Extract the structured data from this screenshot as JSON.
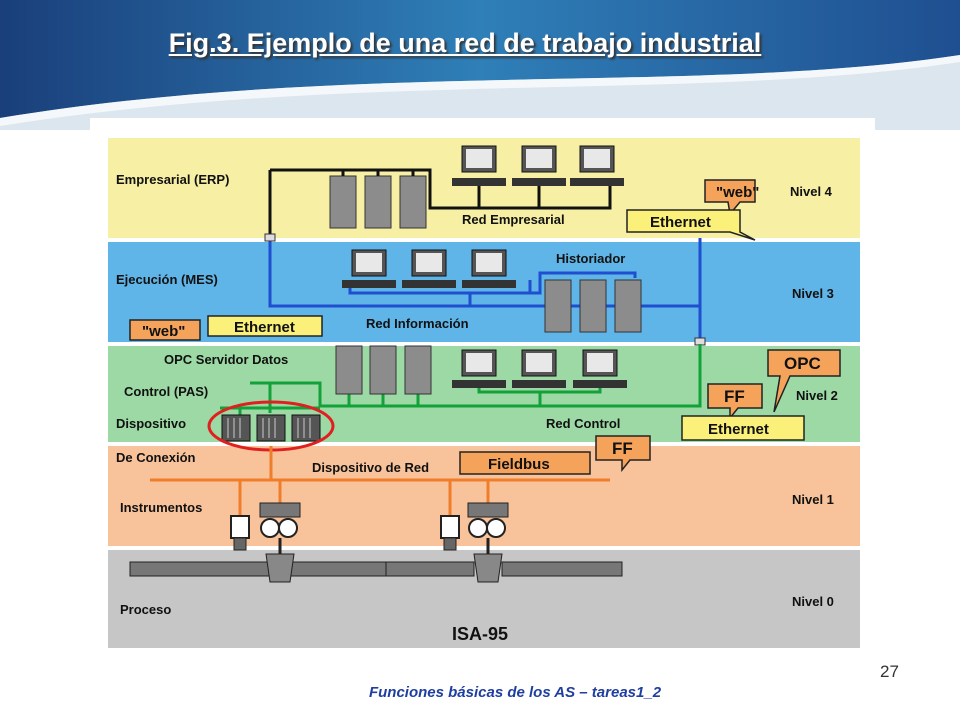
{
  "slide": {
    "title": "Fig.3. Ejemplo de una red de trabajo industrial",
    "page_number": "27",
    "footer": "Funciones básicas de los AS – tareas1_2"
  },
  "diagram": {
    "levels": {
      "n4": "Nivel 4",
      "n3": "Nivel 3",
      "n2": "Nivel 2",
      "n1": "Nivel 1",
      "n0": "Nivel 0"
    },
    "layers": {
      "erp": "Empresarial (ERP)",
      "mes": "Ejecución (MES)",
      "opc_server": "OPC Servidor Datos",
      "pas": "Control (PAS)",
      "dispositivo": "Dispositivo",
      "conexion": "De Conexión",
      "instrumentos": "Instrumentos",
      "proceso": "Proceso"
    },
    "networks": {
      "empresarial": "Red Empresarial",
      "historiador": "Historiador",
      "informacion": "Red Información",
      "control": "Red Control",
      "dispositivo_red": "Dispositivo de Red"
    },
    "tags": {
      "web_top": "\"web\"",
      "ethernet_top": "Ethernet",
      "web_mid": "\"web\"",
      "ethernet_mid": "Ethernet",
      "opc": "OPC",
      "ff_right": "FF",
      "ethernet_low": "Ethernet",
      "fieldbus": "Fieldbus",
      "ff_low": "FF"
    },
    "standard": "ISA-95",
    "colors": {
      "band_n4": "#f6efa4",
      "band_n3": "#5fb4e8",
      "band_n2": "#9dd9a4",
      "band_n1": "#f8c39a",
      "band_n0": "#c6c6c6",
      "tag_orange": "#f5a25a",
      "tag_yellow": "#fbf07a",
      "net_black": "#111111",
      "net_blue": "#1f4fd0",
      "net_green": "#13a13a",
      "net_orange": "#ef7d2a"
    }
  }
}
